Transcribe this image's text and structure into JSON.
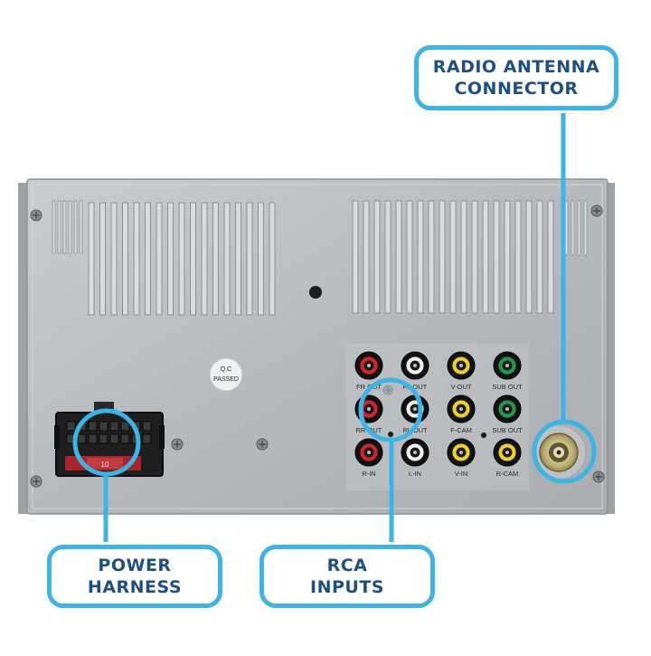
{
  "qc_sticker": {
    "line1": "Q.C",
    "line2": "PASSED"
  },
  "fuse": {
    "rating": "10"
  },
  "jacks": {
    "labels": [
      "FR OUT",
      "FL OUT",
      "V-OUT",
      "SUB OUT",
      "RR OUT",
      "RL OUT",
      "F-CAM",
      "SUB OUT",
      "R-IN",
      "L-IN",
      "V-IN",
      "R-CAM"
    ]
  },
  "callouts": {
    "antenna": {
      "line1": "RADIO ANTENNA",
      "line2": "CONNECTOR"
    },
    "power": {
      "line1": "POWER",
      "line2": "HARNESS"
    },
    "rca": {
      "line1": "RCA",
      "line2": "INPUTS"
    }
  },
  "colors": {
    "accent": "#3ab5e6",
    "label_text": "#1e4f86",
    "panel": "#b9bdc0",
    "jack_red": "#d2232a",
    "jack_white": "#f2f2f2",
    "jack_yellow": "#f2d21b",
    "jack_green": "#1f9a4a",
    "antenna_brass": "#cdbf86"
  }
}
